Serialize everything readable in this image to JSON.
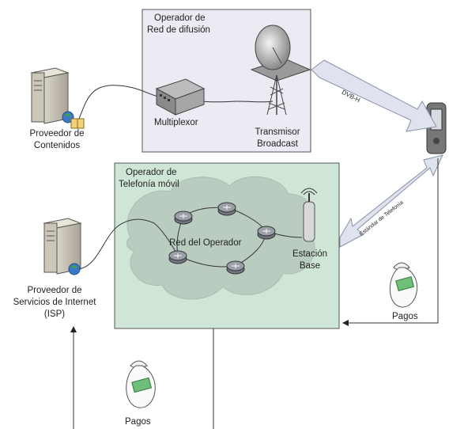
{
  "broadcast_operator": {
    "title_line1": "Operador de",
    "title_line2": "Red de difusión"
  },
  "multiplexor": {
    "label": "Multiplexor"
  },
  "transmitter": {
    "label_line1": "Transmisor",
    "label_line2": "Broadcast"
  },
  "content_provider": {
    "label_line1": "Proveedor de",
    "label_line2": "Contenidos"
  },
  "mobile_operator": {
    "title_line1": "Operador de",
    "title_line2": "Telefonía móvil",
    "network_label": "Red del Operador"
  },
  "base_station": {
    "label_line1": "Estación",
    "label_line2": "Base"
  },
  "isp": {
    "label_line1": "Proveedor de",
    "label_line2": "Servicios de Internet",
    "label_line3": "(ISP)"
  },
  "links": {
    "dvbh": "DVB-H",
    "telephony": "Estándar de Telefonía"
  },
  "payments": {
    "right": "Pagos",
    "bottom": "Pagos"
  },
  "colors": {
    "broadcast_box": "#ecebf3",
    "mobile_box": "#cfe6d6",
    "cloud": "#b8cabd",
    "arrow": "#dfe3f0",
    "line": "#333333"
  }
}
